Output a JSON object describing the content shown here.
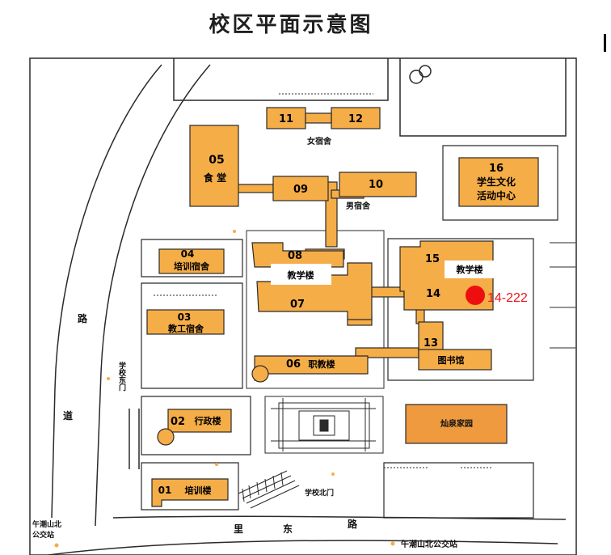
{
  "title": "校区平面示意图",
  "colors": {
    "building": "#f5ad47",
    "outline": "#2a2a2a",
    "marker": "#ee0e10",
    "marker_text": "#e8141a"
  },
  "buildings": {
    "b11": {
      "number": "11"
    },
    "b12": {
      "number": "12"
    },
    "girls_dorm": "女宿舍",
    "b05": {
      "number": "05",
      "name": "食 堂"
    },
    "b09": {
      "number": "09"
    },
    "b10": {
      "number": "10"
    },
    "boys_dorm": "男宿舍",
    "b16": {
      "number": "16",
      "line1": "学生文化",
      "line2": "活动中心"
    },
    "b04": {
      "number": "04",
      "name": "培训宿舍"
    },
    "b08": {
      "number": "08"
    },
    "teaching_left": "教学楼",
    "b07": {
      "number": "07"
    },
    "b15": {
      "number": "15"
    },
    "teaching_right": "教学楼",
    "b14": {
      "number": "14"
    },
    "b03": {
      "number": "03",
      "name": "教工宿舍"
    },
    "b13": {
      "number": "13",
      "name": "图书馆"
    },
    "b06": {
      "number": "06",
      "name": "职教楼"
    },
    "b02": {
      "number": "02",
      "name": "行政楼"
    },
    "garden": "灿泉家园",
    "b01": {
      "number": "01",
      "name": "培训楼"
    }
  },
  "marker": {
    "label": "14-222"
  },
  "roads": {
    "left_road": [
      "路",
      "道"
    ],
    "bottom_road": [
      "里",
      "东",
      "路"
    ]
  },
  "gates": {
    "east_gate": "学校东门",
    "north_gate": "学校北门"
  },
  "bus_stops": {
    "left_line1": "午潮山北",
    "left_line2": "公交站",
    "bottom": "午潮山北公交站"
  }
}
